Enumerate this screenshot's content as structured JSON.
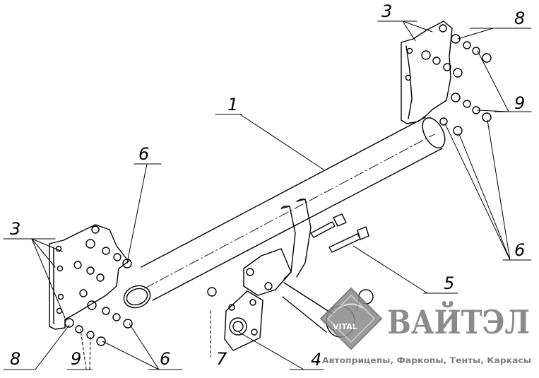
{
  "callouts": [
    {
      "id": "c1",
      "text": "1"
    },
    {
      "id": "c3-left",
      "text": "3"
    },
    {
      "id": "c3-right",
      "text": "3"
    },
    {
      "id": "c4",
      "text": "4"
    },
    {
      "id": "c5",
      "text": "5"
    },
    {
      "id": "c6-upper-left",
      "text": "6"
    },
    {
      "id": "c6-lower-left",
      "text": "6"
    },
    {
      "id": "c6-right",
      "text": "6"
    },
    {
      "id": "c7",
      "text": "7"
    },
    {
      "id": "c8-left",
      "text": "8"
    },
    {
      "id": "c8-right",
      "text": "8"
    },
    {
      "id": "c9-left",
      "text": "9"
    },
    {
      "id": "c9-right",
      "text": "9"
    }
  ],
  "watermark": {
    "brand": "ВАЙТЭЛ",
    "tagline": "Автоприцепы, Фаркопы, Тенты, Каркасы",
    "emblem_text": "VITAL"
  },
  "colors": {
    "line": "#000000",
    "watermark": "#7a7a7a"
  }
}
